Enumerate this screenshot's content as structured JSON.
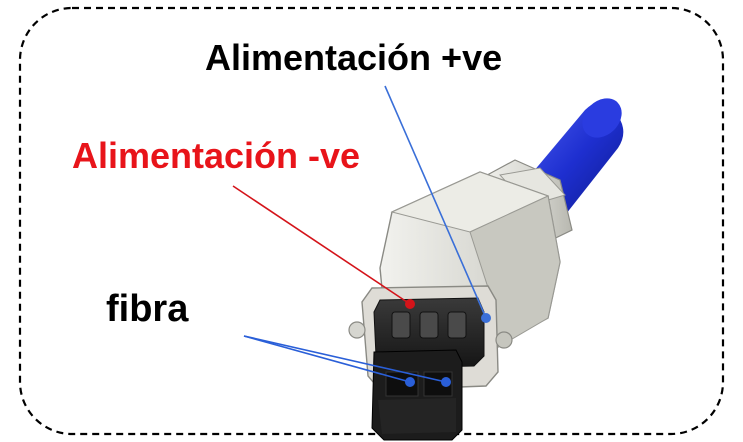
{
  "labels": {
    "power_positive": "Alimentación +ve",
    "power_negative": "Alimentación -ve",
    "fiber": "fibra"
  },
  "colors": {
    "power_positive_text": "#000000",
    "power_negative_text": "#e8141a",
    "fiber_text": "#000000",
    "power_positive_leader": "#3a6fd8",
    "power_negative_leader": "#d4141a",
    "fiber_leader": "#2a5fd8",
    "cable": "#1e2fd0",
    "connector_body": "#dcdcd6",
    "insert": "#2a2a2a",
    "border": "#000000"
  },
  "icons": {
    "connector": "power-fiber-connector-illustration"
  }
}
